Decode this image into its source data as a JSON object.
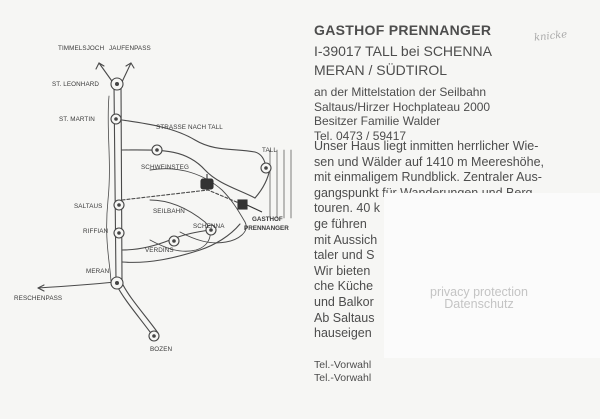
{
  "map": {
    "places": {
      "timmelsjoch": "TIMMELSJOCH",
      "jaufenpass": "JAUFENPASS",
      "st_leonhard": "ST. LEONHARD",
      "st_martin": "ST. MARTIN",
      "strasse_nach_tall": "STRASSE NACH TALL",
      "tall": "TALL",
      "schweinsteg": "SCHWEINSTEG",
      "saltaus": "SALTAUS",
      "seilbahn": "SEILBAHN",
      "riffian": "RIFFIAN",
      "verdins": "VERDINS",
      "schenna": "SCHENNA",
      "gasthof": "GASTHOF",
      "prennanger": "PRENNANGER",
      "meran": "MERAN",
      "reschenpass": "RESCHENPASS",
      "bozen": "BOZEN"
    }
  },
  "card": {
    "title": "GASTHOF PRENNANGER",
    "address_line": "I-39017  TALL bei SCHENNA",
    "region_line": "MERAN / SÜDTIROL",
    "info": [
      "an der Mittelstation der Seilbahn",
      "Saltaus/Hirzer Hochplateau 2000",
      "Besitzer Familie Walder",
      "Tel. 0473 / 59417"
    ],
    "body": [
      "Unser Haus liegt inmitten herrlicher Wie-",
      "sen und Wälder auf 1410 m Meereshöhe,",
      "mit einmaligem Rundblick. Zentraler Aus-",
      "gangspunkt für Wanderungen und Berg-",
      "touren. 40 k",
      "ge führen",
      "mit Aussich",
      "taler und S",
      "Wir bieten",
      "che Küche",
      "und Balkor",
      "Ab Saltaus",
      "hauseigen"
    ],
    "vorwahl": [
      "Tel.-Vorwahl",
      "Tel.-Vorwahl"
    ],
    "handwritten_note": "knicke",
    "privacy": [
      "privacy protection",
      "Datenschutz"
    ]
  }
}
